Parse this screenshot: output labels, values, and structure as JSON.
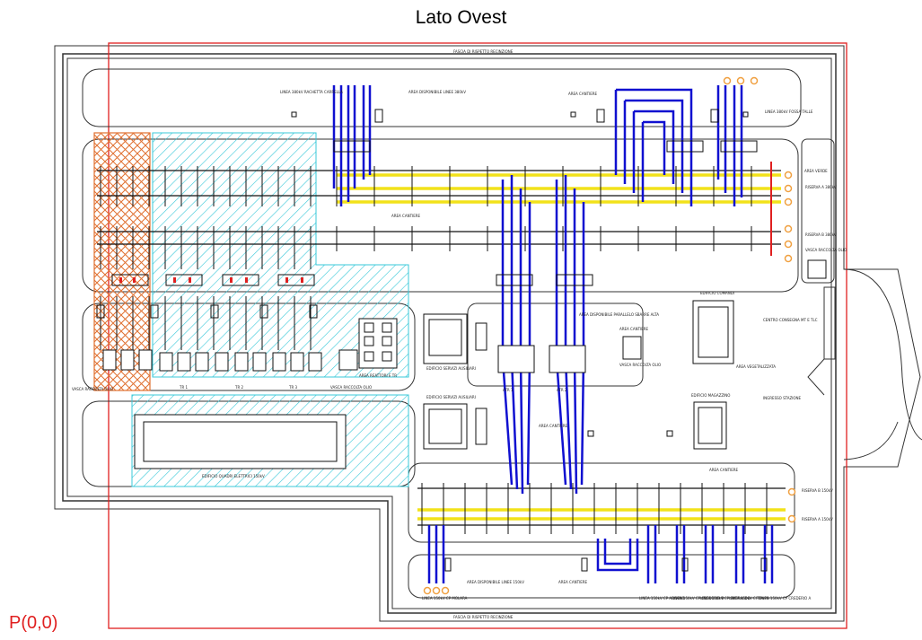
{
  "title": "Lato Ovest",
  "origin_label": "P(0,0)",
  "colors": {
    "boundary": "#e02020",
    "dc_cable": "#1010d0",
    "ac_bus": "#f2e21a",
    "hatch_cyan": "#38c8d8",
    "hatch_orange": "#e07030",
    "outline": "#333333",
    "marker": "#f0a040"
  },
  "labels": {
    "fascia_top": "FASCIA DI RISPETTO RECINZIONE",
    "fascia_bottom": "FASCIA DI RISPETTO RECINZIONE",
    "linea_left": "LINEA 380kV RACHETTA CARRELLA",
    "area_disp_top": "AREA DISPONIBILE LINEE 380kV",
    "area_cantiere_top": "AREA CANTIERE",
    "linea_right": "LINEA 380kV FOSSA TALLE",
    "area_verde": "AREA VERDE",
    "riserva_top": "RISERVA A 380kV",
    "riserva_mid": "RISERVA B 380kV",
    "vasca_right": "VASCA RACCOLTA OLIO",
    "area_cantiere_mid": "AREA CANTIERE",
    "edificio_comandi": "EDIFICIO COMANDI",
    "area_disp_parallelo": "AREA DISPONIBILE PARALLELO SBARRE ALTA",
    "area_cantiere_center": "AREA CANTIERE",
    "vasca_center": "VASCA RACCOLTA OLIO",
    "ingresso": "INGRESSO STAZIONE",
    "area_vegetalizzata": "AREA VEGETALIZZATA",
    "centro": "CENTRO CONSEGNA MT E TLC",
    "edificio_servizi_1": "EDIFICIO SERVIZI AUSILIARI",
    "edificio_servizi_2": "EDIFICIO SERVIZI AUSILIARI",
    "atr1": "ATR 1",
    "atr2": "ATR 2",
    "area_cantiere_lower": "AREA CANTIERE",
    "edificio_magazzino": "EDIFICIO MAGAZZINO",
    "vasca_left": "VASCA RACCOLTA OLIO",
    "tr1": "TR 1",
    "tr2": "TR 2",
    "tr3": "TR 3",
    "vasca_lower": "VASCA RACCOLTA OLIO",
    "area_reattori": "AREA REATTORI E TR",
    "edificio_quadri": "EDIFICIO QUADRI ELETTRICI 150kV",
    "area_cantiere_right": "AREA CANTIERE",
    "riserva_b150": "RISERVA B 150kV",
    "riserva_a150": "RISERVA A 150kV",
    "linea_molara": "LINEA 150kV CP MOLARA",
    "area_disp_150": "AREA DISPONIBILE LINEE 150kV",
    "area_cantiere_bottom": "AREA CANTIERE",
    "linea_arcano": "LINEA 150kV CP ARCANO",
    "linea_crederio_b": "LINEA 150kV CP CREDERIO B",
    "linea_smeraldo": "LINEA 150kV CP SMERALDO",
    "linea_citta": "LINEA 150kV CITTA PS",
    "linea_crederio_a": "LINEA 150kV CP CREDERIO A"
  }
}
